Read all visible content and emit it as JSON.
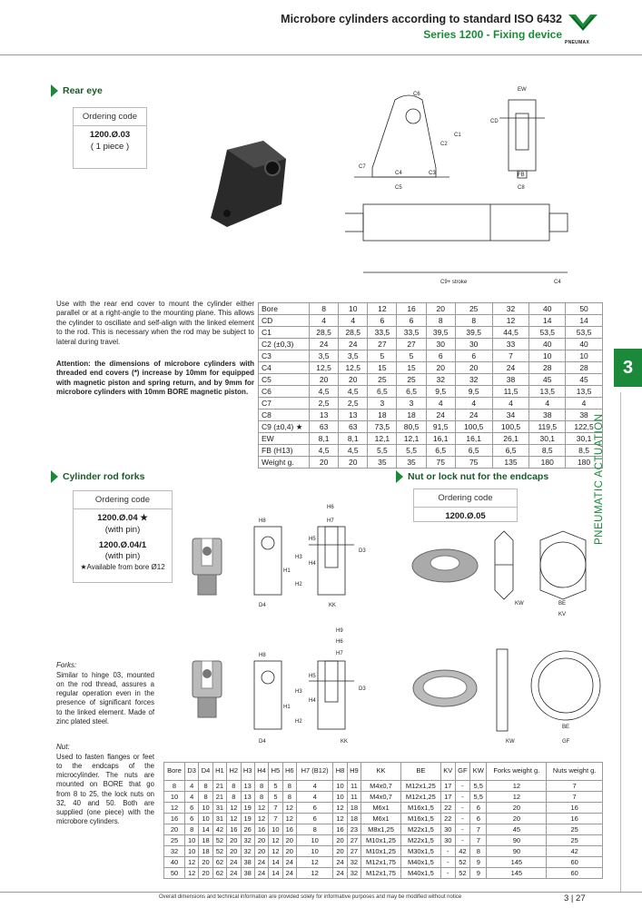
{
  "header": {
    "title": "Microbore cylinders according to standard ISO 6432",
    "subtitle": "Series 1200 - Fixing device",
    "logo_text": "PNEUMAX"
  },
  "rear_eye": {
    "title": "Rear eye",
    "ordering_header": "Ordering code",
    "code": "1200.Ø.03",
    "pieces": "( 1 piece )",
    "description": "Use with the rear end cover to mount the cylinder either parallel or at a right-angle to the mounting plane. This allows the cylinder to oscillate and self-align with the linked element to the rod.  This is necessary when the rod may be subject to lateral during travel.",
    "attention": "Attention: the dimensions of microbore cylinders with threaded end covers (*) increase by 10mm for equipped with magnetic piston and spring return, and by 9mm for microbore cylinders with 10mm BORE magnetic piston.",
    "drawing_labels": [
      "C6",
      "EW",
      "C2",
      "C1",
      "CD",
      "C7",
      "C4",
      "C3",
      "C5",
      "FB",
      "C8",
      "C9+ stroke",
      "C4"
    ],
    "table": {
      "rows": [
        {
          "label": "Bore",
          "values": [
            "8",
            "10",
            "12",
            "16",
            "20",
            "25",
            "32",
            "40",
            "50"
          ]
        },
        {
          "label": "CD",
          "values": [
            "4",
            "4",
            "6",
            "6",
            "8",
            "8",
            "12",
            "14",
            "14"
          ]
        },
        {
          "label": "C1",
          "values": [
            "28,5",
            "28,5",
            "33,5",
            "33,5",
            "39,5",
            "39,5",
            "44,5",
            "53,5",
            "53,5"
          ]
        },
        {
          "label": "C2 (±0,3)",
          "values": [
            "24",
            "24",
            "27",
            "27",
            "30",
            "30",
            "33",
            "40",
            "40"
          ]
        },
        {
          "label": "C3",
          "values": [
            "3,5",
            "3,5",
            "5",
            "5",
            "6",
            "6",
            "7",
            "10",
            "10"
          ]
        },
        {
          "label": "C4",
          "values": [
            "12,5",
            "12,5",
            "15",
            "15",
            "20",
            "20",
            "24",
            "28",
            "28"
          ]
        },
        {
          "label": "C5",
          "values": [
            "20",
            "20",
            "25",
            "25",
            "32",
            "32",
            "38",
            "45",
            "45"
          ]
        },
        {
          "label": "C6",
          "values": [
            "4,5",
            "4,5",
            "6,5",
            "6,5",
            "9,5",
            "9,5",
            "11,5",
            "13,5",
            "13,5"
          ]
        },
        {
          "label": "C7",
          "values": [
            "2,5",
            "2,5",
            "3",
            "3",
            "4",
            "4",
            "4",
            "4",
            "4"
          ]
        },
        {
          "label": "C8",
          "values": [
            "13",
            "13",
            "18",
            "18",
            "24",
            "24",
            "34",
            "38",
            "38"
          ]
        },
        {
          "label": "C9 (±0,4) ★",
          "values": [
            "63",
            "63",
            "73,5",
            "80,5",
            "91,5",
            "100,5",
            "100,5",
            "119,5",
            "122,5"
          ]
        },
        {
          "label": "EW",
          "values": [
            "8,1",
            "8,1",
            "12,1",
            "12,1",
            "16,1",
            "16,1",
            "26,1",
            "30,1",
            "30,1"
          ]
        },
        {
          "label": "FB (H13)",
          "values": [
            "4,5",
            "4,5",
            "5,5",
            "5,5",
            "6,5",
            "6,5",
            "6,5",
            "8,5",
            "8,5"
          ]
        },
        {
          "label": "Weight g.",
          "values": [
            "20",
            "20",
            "35",
            "35",
            "75",
            "75",
            "135",
            "180",
            "180"
          ]
        }
      ]
    }
  },
  "rod_forks": {
    "title": "Cylinder rod forks",
    "ordering_header": "Ordering code",
    "code1": "1200.Ø.04 ★",
    "code1_sub": "(with pin)",
    "code2": "1200.Ø.04/1",
    "code2_sub": "(with pin)",
    "note": "★Available from bore Ø12",
    "drawing1_labels": [
      "H6",
      "H8",
      "H7",
      "H5",
      "H3",
      "H4",
      "D3",
      "H1",
      "H2",
      "D4",
      "KK"
    ],
    "drawing2_labels": [
      "H9",
      "H6",
      "H8",
      "H7",
      "H5",
      "H3",
      "H4",
      "D3",
      "H1",
      "H2",
      "D4",
      "KK"
    ]
  },
  "nut": {
    "title": "Nut or lock nut for the endcaps",
    "ordering_header": "Ordering code",
    "code": "1200.Ø.05",
    "drawing1_labels": [
      "KW",
      "BE",
      "KV"
    ],
    "drawing2_labels": [
      "KW",
      "BE",
      "GF"
    ]
  },
  "notes": {
    "forks_title": "Forks:",
    "forks_text": "Similar to hinge 03, mounted on the rod thread, assures a regular operation even in the presence of significant forces to the linked element. Made of zinc plated steel.",
    "nut_title": "Nut:",
    "nut_text": "Used to fasten flanges or feet to the endcaps of the microcylinder. The nuts are mounted on BORE that go from 8 to 25, the lock nuts on 32, 40 and 50. Both are supplied (one piece) with the microbore cylinders."
  },
  "big_table": {
    "headers": [
      "Bore",
      "D3",
      "D4",
      "H1",
      "H2",
      "H3",
      "H4",
      "H5",
      "H6",
      "H7 (B12)",
      "H8",
      "H9",
      "KK",
      "BE",
      "KV",
      "GF",
      "KW",
      "Forks weight g.",
      "Nuts weight g."
    ],
    "rows": [
      [
        "8",
        "4",
        "8",
        "21",
        "8",
        "13",
        "8",
        "5",
        "8",
        "4",
        "10",
        "11",
        "M4x0,7",
        "M12x1,25",
        "17",
        "-",
        "5,5",
        "12",
        "7"
      ],
      [
        "10",
        "4",
        "8",
        "21",
        "8",
        "13",
        "8",
        "5",
        "8",
        "4",
        "10",
        "11",
        "M4x0,7",
        "M12x1,25",
        "17",
        "-",
        "5,5",
        "12",
        "7"
      ],
      [
        "12",
        "6",
        "10",
        "31",
        "12",
        "19",
        "12",
        "7",
        "12",
        "6",
        "12",
        "18",
        "M6x1",
        "M16x1,5",
        "22",
        "-",
        "6",
        "20",
        "16"
      ],
      [
        "16",
        "6",
        "10",
        "31",
        "12",
        "19",
        "12",
        "7",
        "12",
        "6",
        "12",
        "18",
        "M6x1",
        "M16x1,5",
        "22",
        "-",
        "6",
        "20",
        "16"
      ],
      [
        "20",
        "8",
        "14",
        "42",
        "16",
        "26",
        "16",
        "10",
        "16",
        "8",
        "16",
        "23",
        "M8x1,25",
        "M22x1,5",
        "30",
        "-",
        "7",
        "45",
        "25"
      ],
      [
        "25",
        "10",
        "18",
        "52",
        "20",
        "32",
        "20",
        "12",
        "20",
        "10",
        "20",
        "27",
        "M10x1,25",
        "M22x1,5",
        "30",
        "-",
        "7",
        "90",
        "25"
      ],
      [
        "32",
        "10",
        "18",
        "52",
        "20",
        "32",
        "20",
        "12",
        "20",
        "10",
        "20",
        "27",
        "M10x1,25",
        "M30x1,5",
        "-",
        "42",
        "8",
        "90",
        "42"
      ],
      [
        "40",
        "12",
        "20",
        "62",
        "24",
        "38",
        "24",
        "14",
        "24",
        "12",
        "24",
        "32",
        "M12x1,75",
        "M40x1,5",
        "-",
        "52",
        "9",
        "145",
        "60"
      ],
      [
        "50",
        "12",
        "20",
        "62",
        "24",
        "38",
        "24",
        "14",
        "24",
        "12",
        "24",
        "32",
        "M12x1,75",
        "M40x1,5",
        "-",
        "52",
        "9",
        "145",
        "60"
      ]
    ]
  },
  "side": {
    "tab_number": "3",
    "label": "PNEUMATIC ACTUATION"
  },
  "footer": {
    "note": "Overall dimensions and technical information are provided solely for informative purposes and may be modified without notice",
    "page": "3 | 27"
  }
}
